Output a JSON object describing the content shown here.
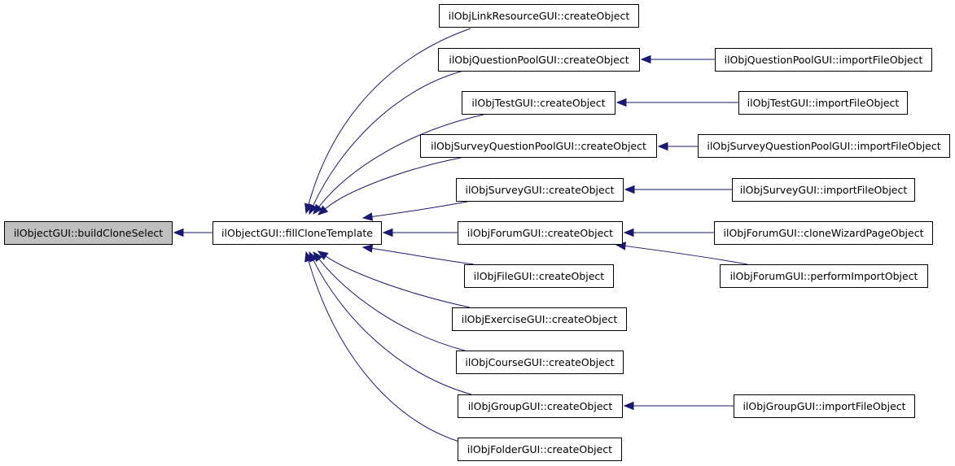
{
  "colors": {
    "edge": "#191970",
    "current_node_fill": "#bfbfbf",
    "node_border": "#000000"
  },
  "nodes": [
    {
      "id": "buildCloneSelect",
      "label": "ilObjectGUI::buildCloneSelect",
      "current": true
    },
    {
      "id": "fillCloneTemplate",
      "label": "ilObjectGUI::fillCloneTemplate"
    },
    {
      "id": "linkres_create",
      "label": "ilObjLinkResourceGUI::createObject"
    },
    {
      "id": "qpool_create",
      "label": "ilObjQuestionPoolGUI::createObject"
    },
    {
      "id": "test_create",
      "label": "ilObjTestGUI::createObject"
    },
    {
      "id": "svyqpool_create",
      "label": "ilObjSurveyQuestionPoolGUI::createObject"
    },
    {
      "id": "survey_create",
      "label": "ilObjSurveyGUI::createObject"
    },
    {
      "id": "forum_create",
      "label": "ilObjForumGUI::createObject"
    },
    {
      "id": "file_create",
      "label": "ilObjFileGUI::createObject"
    },
    {
      "id": "exercise_create",
      "label": "ilObjExerciseGUI::createObject"
    },
    {
      "id": "course_create",
      "label": "ilObjCourseGUI::createObject"
    },
    {
      "id": "group_create",
      "label": "ilObjGroupGUI::createObject"
    },
    {
      "id": "folder_create",
      "label": "ilObjFolderGUI::createObject"
    },
    {
      "id": "qpool_import",
      "label": "ilObjQuestionPoolGUI::importFileObject"
    },
    {
      "id": "test_import",
      "label": "ilObjTestGUI::importFileObject"
    },
    {
      "id": "svyqpool_import",
      "label": "ilObjSurveyQuestionPoolGUI::importFileObject"
    },
    {
      "id": "survey_import",
      "label": "ilObjSurveyGUI::importFileObject"
    },
    {
      "id": "forum_clonewizard",
      "label": "ilObjForumGUI::cloneWizardPageObject"
    },
    {
      "id": "forum_performimport",
      "label": "ilObjForumGUI::performImportObject"
    },
    {
      "id": "group_import",
      "label": "ilObjGroupGUI::importFileObject"
    }
  ],
  "edges": [
    {
      "from": "fillCloneTemplate",
      "to": "buildCloneSelect"
    },
    {
      "from": "linkres_create",
      "to": "fillCloneTemplate"
    },
    {
      "from": "qpool_create",
      "to": "fillCloneTemplate"
    },
    {
      "from": "test_create",
      "to": "fillCloneTemplate"
    },
    {
      "from": "svyqpool_create",
      "to": "fillCloneTemplate"
    },
    {
      "from": "survey_create",
      "to": "fillCloneTemplate"
    },
    {
      "from": "forum_create",
      "to": "fillCloneTemplate"
    },
    {
      "from": "file_create",
      "to": "fillCloneTemplate"
    },
    {
      "from": "exercise_create",
      "to": "fillCloneTemplate"
    },
    {
      "from": "course_create",
      "to": "fillCloneTemplate"
    },
    {
      "from": "group_create",
      "to": "fillCloneTemplate"
    },
    {
      "from": "folder_create",
      "to": "fillCloneTemplate"
    },
    {
      "from": "qpool_import",
      "to": "qpool_create"
    },
    {
      "from": "test_import",
      "to": "test_create"
    },
    {
      "from": "svyqpool_import",
      "to": "svyqpool_create"
    },
    {
      "from": "survey_import",
      "to": "survey_create"
    },
    {
      "from": "forum_clonewizard",
      "to": "forum_create"
    },
    {
      "from": "forum_performimport",
      "to": "forum_create"
    },
    {
      "from": "group_import",
      "to": "group_create"
    }
  ]
}
